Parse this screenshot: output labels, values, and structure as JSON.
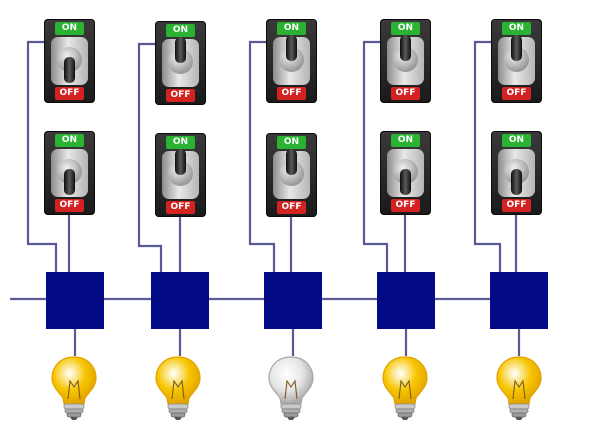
{
  "labels": {
    "on": "ON",
    "off": "OFF"
  },
  "icons": {
    "switch": "toggle-switch-icon",
    "bulb": "light-bulb-icon",
    "gate": "logic-gate-block"
  },
  "colors": {
    "wire": "#5a5a96",
    "gate": "#020a86",
    "bulb_lit": "#f7c600",
    "bulb_unlit": "#e6e6e6",
    "label_on": "#2bb233",
    "label_off": "#d32222"
  },
  "columns": [
    {
      "top_switch": "off",
      "bottom_switch": "off",
      "bulb": "lit"
    },
    {
      "top_switch": "on",
      "bottom_switch": "on",
      "bulb": "lit"
    },
    {
      "top_switch": "on",
      "bottom_switch": "on",
      "bulb": "unlit"
    },
    {
      "top_switch": "on",
      "bottom_switch": "off",
      "bulb": "lit"
    },
    {
      "top_switch": "on",
      "bottom_switch": "off",
      "bulb": "lit"
    }
  ]
}
